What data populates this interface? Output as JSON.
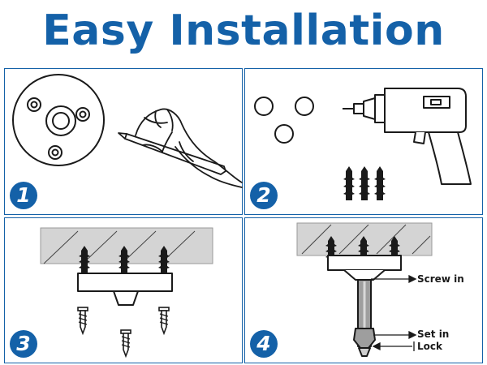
{
  "title": "Easy Installation",
  "steps": [
    {
      "number": "1"
    },
    {
      "number": "2"
    },
    {
      "number": "3"
    },
    {
      "number": "4"
    }
  ],
  "callouts": {
    "screw_in": "Screw in",
    "set_in": "Set in",
    "lock": "Lock"
  },
  "colors": {
    "brand": "#1461a8",
    "ceiling": "#d4d4d4",
    "outline": "#1a1a1a"
  }
}
